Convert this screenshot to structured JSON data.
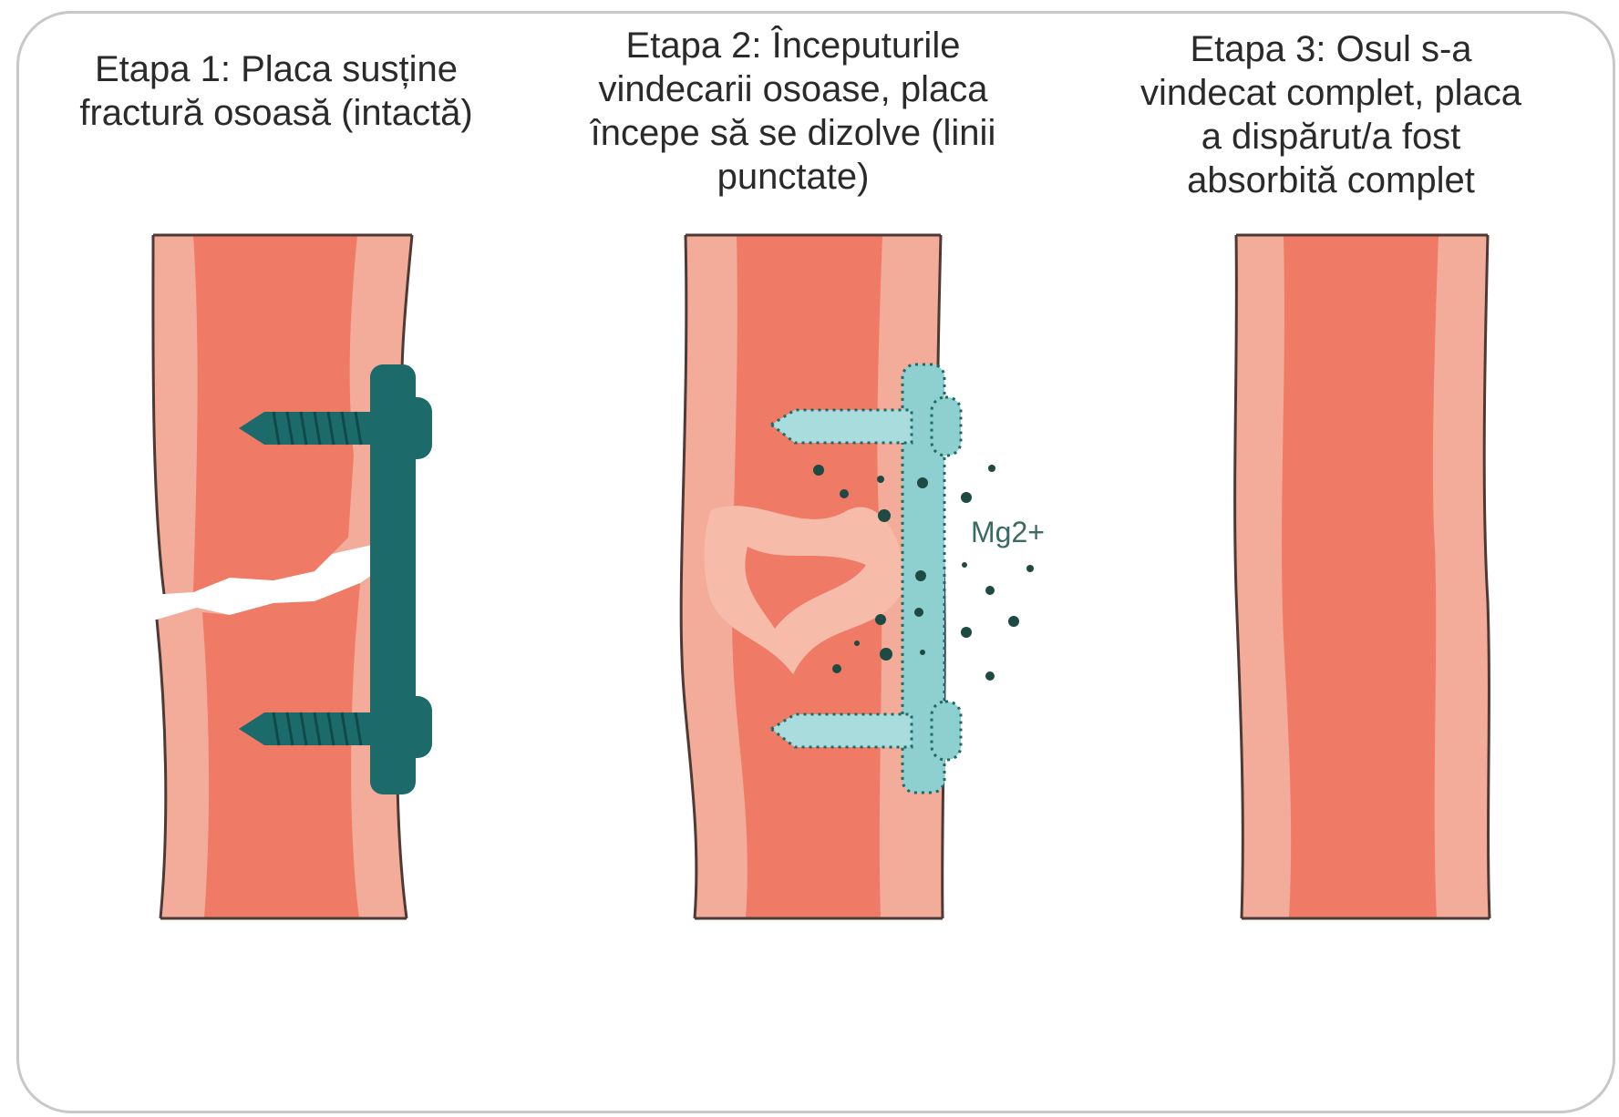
{
  "stages": [
    {
      "title": "Etapa 1: Placa susține fractură osoasă (intactă)"
    },
    {
      "title": "Etapa 2: Începuturile vindecarii osoase, placa începe să se dizolve (linii punctate)"
    },
    {
      "title": "Etapa 3: Osul s-a vindecat complet, placa a dispărut/a fost absorbită complet"
    }
  ],
  "ion_label": "Mg2+",
  "colors": {
    "bone_outer": "#f3ab9a",
    "bone_inner": "#ef7a66",
    "bone_edge": "#4e3a34",
    "plate_intact": "#1c6a6a",
    "plate_dissolving": "#8ecfcf",
    "ion_dot": "#1d4a42",
    "ion_text": "#3a6a62"
  }
}
